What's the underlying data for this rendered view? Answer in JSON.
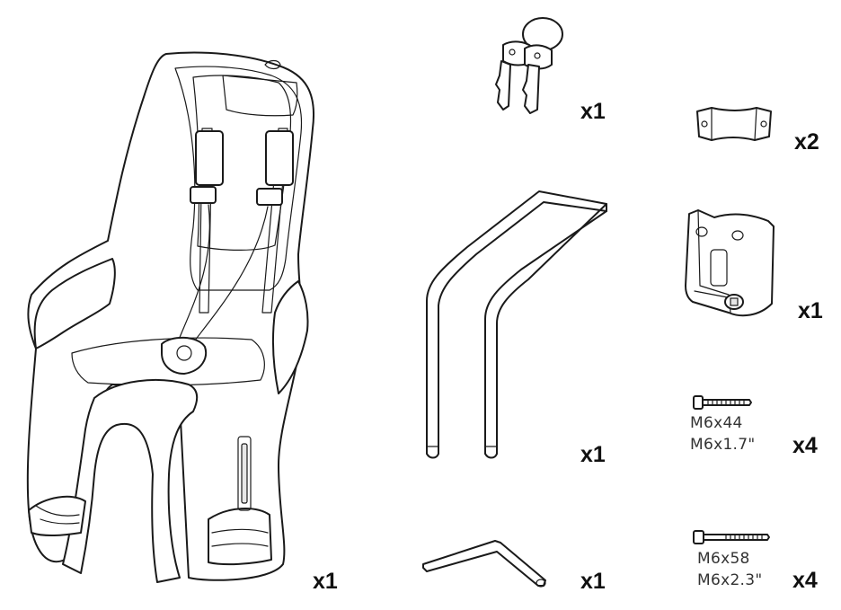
{
  "parts": {
    "seat": {
      "qty": "x1",
      "icon": "child-bike-seat-icon"
    },
    "keys": {
      "qty": "x1",
      "icon": "keys-icon"
    },
    "clamp_small": {
      "qty": "x2",
      "icon": "clamp-icon"
    },
    "frame": {
      "qty": "x1",
      "icon": "frame-bar-icon"
    },
    "bracket": {
      "qty": "x1",
      "icon": "mounting-bracket-icon"
    },
    "bolt_short": {
      "qty": "x4",
      "spec_metric": "M6x44",
      "spec_imperial": "M6x1.7\"",
      "icon": "bolt-icon"
    },
    "bolt_long": {
      "qty": "x4",
      "spec_metric": "M6x58",
      "spec_imperial": "M6x2.3\"",
      "icon": "bolt-icon"
    },
    "hex_key": {
      "qty": "x1",
      "icon": "hex-key-icon"
    }
  },
  "colors": {
    "line": "#1a1a1a",
    "background": "#ffffff",
    "shade": "#e6e6e6"
  }
}
